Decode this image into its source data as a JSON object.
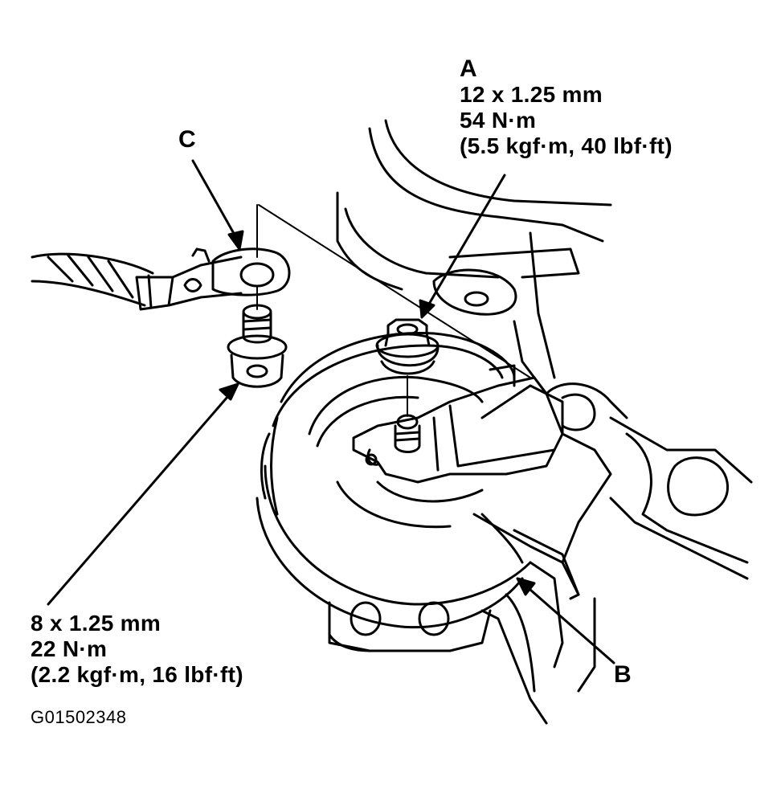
{
  "callout_a": {
    "letter": "A",
    "size": "12 x 1.25 mm",
    "torque_nm": "54 N·m",
    "torque_alt": "(5.5 kgf·m, 40 lbf·ft)"
  },
  "callout_b": {
    "letter": "B"
  },
  "callout_c": {
    "letter": "C"
  },
  "bolt_spec": {
    "size": "8 x 1.25 mm",
    "torque_nm": "22 N·m",
    "torque_alt": "(2.2 kgf·m, 16 lbf·ft)"
  },
  "figure_id": "G01502348"
}
